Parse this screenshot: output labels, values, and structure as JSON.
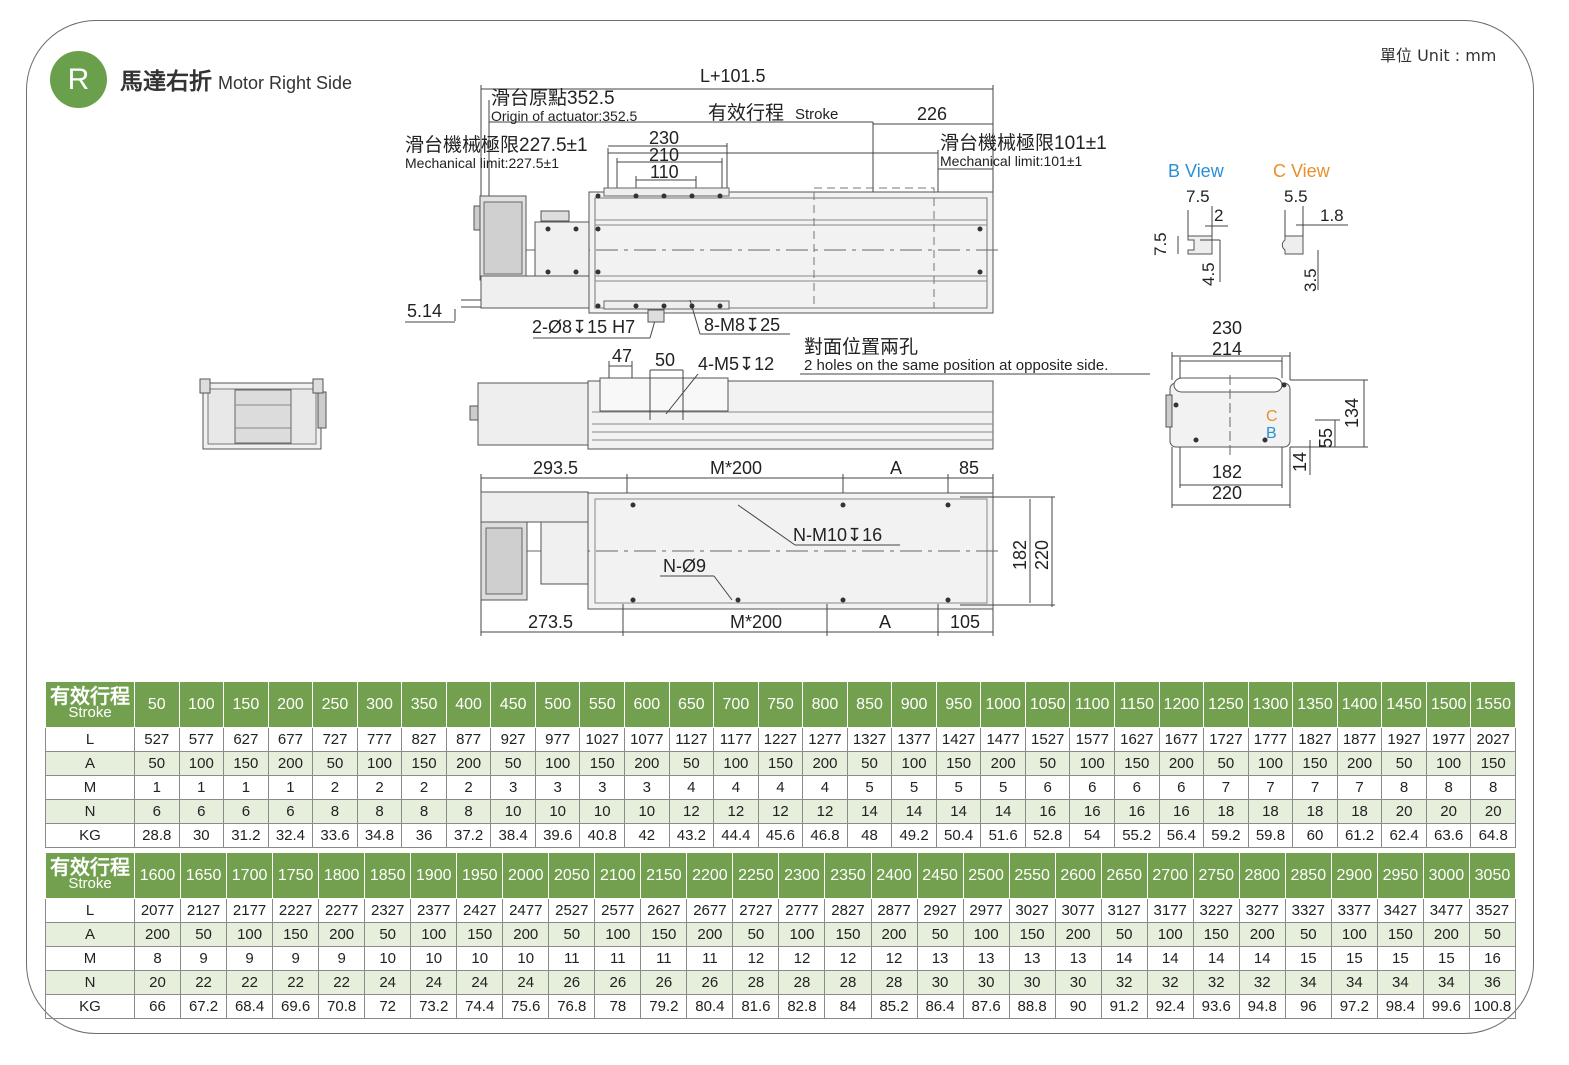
{
  "header": {
    "badge": "R",
    "title_zh": "馬達右折",
    "title_en": "Motor Right Side",
    "unit": "單位 Unit : mm"
  },
  "drawing": {
    "total_length": "L+101.5",
    "origin_zh": "滑台原點352.5",
    "origin_en": "Origin of actuator:352.5",
    "stroke_zh": "有效行程",
    "stroke_en": "Stroke",
    "dim_226": "226",
    "mech_left_zh": "滑台機械極限227.5±1",
    "mech_left_en": "Mechanical limit:227.5±1",
    "mech_right_zh": "滑台機械極限101±1",
    "mech_right_en": "Mechanical limit:101±1",
    "dim_230": "230",
    "dim_210": "210",
    "dim_110": "110",
    "dim_514": "5.14",
    "pin_holes": "2-Ø8↧15 H7",
    "tap_m8": "8-M8↧25",
    "dim_47": "47",
    "dim_50": "50",
    "tap_m5": "4-M5↧12",
    "opposite_zh": "對面位置兩孔",
    "opposite_en": "2 holes on the same position at opposite side.",
    "top_2935": "293.5",
    "top_m200": "M*200",
    "top_a": "A",
    "top_85": "85",
    "tap_m10": "N-M10↧16",
    "hole_9": "N-Ø9",
    "h_182": "182",
    "h_220": "220",
    "bot_2735": "273.5",
    "bot_m200": "M*200",
    "bot_a": "A",
    "bot_105": "105",
    "b_view": "B View",
    "c_view": "C View",
    "b_75": "7.5",
    "b_2": "2",
    "b_75v": "7.5",
    "b_45": "4.5",
    "c_55": "5.5",
    "c_18": "1.8",
    "c_35": "3.5",
    "end_230": "230",
    "end_214": "214",
    "end_134": "134",
    "end_55": "55",
    "end_14": "14",
    "end_182": "182",
    "end_220": "220",
    "end_c": "C",
    "end_b": "B"
  },
  "colors": {
    "green": "#72a04f",
    "alt_row": "#e6efdc",
    "b_view": "#2a8fd6",
    "c_view": "#e8902a"
  },
  "table_1": {
    "header_zh": "有效行程",
    "header_en": "Stroke",
    "strokes": [
      "50",
      "100",
      "150",
      "200",
      "250",
      "300",
      "350",
      "400",
      "450",
      "500",
      "550",
      "600",
      "650",
      "700",
      "750",
      "800",
      "850",
      "900",
      "950",
      "1000",
      "1050",
      "1100",
      "1150",
      "1200",
      "1250",
      "1300",
      "1350",
      "1400",
      "1450",
      "1500",
      "1550"
    ],
    "rows": [
      {
        "label": "L",
        "values": [
          "527",
          "577",
          "627",
          "677",
          "727",
          "777",
          "827",
          "877",
          "927",
          "977",
          "1027",
          "1077",
          "1127",
          "1177",
          "1227",
          "1277",
          "1327",
          "1377",
          "1427",
          "1477",
          "1527",
          "1577",
          "1627",
          "1677",
          "1727",
          "1777",
          "1827",
          "1877",
          "1927",
          "1977",
          "2027"
        ]
      },
      {
        "label": "A",
        "values": [
          "50",
          "100",
          "150",
          "200",
          "50",
          "100",
          "150",
          "200",
          "50",
          "100",
          "150",
          "200",
          "50",
          "100",
          "150",
          "200",
          "50",
          "100",
          "150",
          "200",
          "50",
          "100",
          "150",
          "200",
          "50",
          "100",
          "150",
          "200",
          "50",
          "100",
          "150"
        ]
      },
      {
        "label": "M",
        "values": [
          "1",
          "1",
          "1",
          "1",
          "2",
          "2",
          "2",
          "2",
          "3",
          "3",
          "3",
          "3",
          "4",
          "4",
          "4",
          "4",
          "5",
          "5",
          "5",
          "5",
          "6",
          "6",
          "6",
          "6",
          "7",
          "7",
          "7",
          "7",
          "8",
          "8",
          "8"
        ]
      },
      {
        "label": "N",
        "values": [
          "6",
          "6",
          "6",
          "6",
          "8",
          "8",
          "8",
          "8",
          "10",
          "10",
          "10",
          "10",
          "12",
          "12",
          "12",
          "12",
          "14",
          "14",
          "14",
          "14",
          "16",
          "16",
          "16",
          "16",
          "18",
          "18",
          "18",
          "18",
          "20",
          "20",
          "20"
        ]
      },
      {
        "label": "KG",
        "values": [
          "28.8",
          "30",
          "31.2",
          "32.4",
          "33.6",
          "34.8",
          "36",
          "37.2",
          "38.4",
          "39.6",
          "40.8",
          "42",
          "43.2",
          "44.4",
          "45.6",
          "46.8",
          "48",
          "49.2",
          "50.4",
          "51.6",
          "52.8",
          "54",
          "55.2",
          "56.4",
          "59.2",
          "59.8",
          "60",
          "61.2",
          "62.4",
          "63.6",
          "64.8"
        ]
      }
    ]
  },
  "table_2": {
    "header_zh": "有效行程",
    "header_en": "Stroke",
    "strokes": [
      "1600",
      "1650",
      "1700",
      "1750",
      "1800",
      "1850",
      "1900",
      "1950",
      "2000",
      "2050",
      "2100",
      "2150",
      "2200",
      "2250",
      "2300",
      "2350",
      "2400",
      "2450",
      "2500",
      "2550",
      "2600",
      "2650",
      "2700",
      "2750",
      "2800",
      "2850",
      "2900",
      "2950",
      "3000",
      "3050"
    ],
    "rows": [
      {
        "label": "L",
        "values": [
          "2077",
          "2127",
          "2177",
          "2227",
          "2277",
          "2327",
          "2377",
          "2427",
          "2477",
          "2527",
          "2577",
          "2627",
          "2677",
          "2727",
          "2777",
          "2827",
          "2877",
          "2927",
          "2977",
          "3027",
          "3077",
          "3127",
          "3177",
          "3227",
          "3277",
          "3327",
          "3377",
          "3427",
          "3477",
          "3527"
        ]
      },
      {
        "label": "A",
        "values": [
          "200",
          "50",
          "100",
          "150",
          "200",
          "50",
          "100",
          "150",
          "200",
          "50",
          "100",
          "150",
          "200",
          "50",
          "100",
          "150",
          "200",
          "50",
          "100",
          "150",
          "200",
          "50",
          "100",
          "150",
          "200",
          "50",
          "100",
          "150",
          "200",
          "50"
        ]
      },
      {
        "label": "M",
        "values": [
          "8",
          "9",
          "9",
          "9",
          "9",
          "10",
          "10",
          "10",
          "10",
          "11",
          "11",
          "11",
          "11",
          "12",
          "12",
          "12",
          "12",
          "13",
          "13",
          "13",
          "13",
          "14",
          "14",
          "14",
          "14",
          "15",
          "15",
          "15",
          "15",
          "16"
        ]
      },
      {
        "label": "N",
        "values": [
          "20",
          "22",
          "22",
          "22",
          "22",
          "24",
          "24",
          "24",
          "24",
          "26",
          "26",
          "26",
          "26",
          "28",
          "28",
          "28",
          "28",
          "30",
          "30",
          "30",
          "30",
          "32",
          "32",
          "32",
          "32",
          "34",
          "34",
          "34",
          "34",
          "36"
        ]
      },
      {
        "label": "KG",
        "values": [
          "66",
          "67.2",
          "68.4",
          "69.6",
          "70.8",
          "72",
          "73.2",
          "74.4",
          "75.6",
          "76.8",
          "78",
          "79.2",
          "80.4",
          "81.6",
          "82.8",
          "84",
          "85.2",
          "86.4",
          "87.6",
          "88.8",
          "90",
          "91.2",
          "92.4",
          "93.6",
          "94.8",
          "96",
          "97.2",
          "98.4",
          "99.6",
          "100.8"
        ]
      }
    ]
  }
}
